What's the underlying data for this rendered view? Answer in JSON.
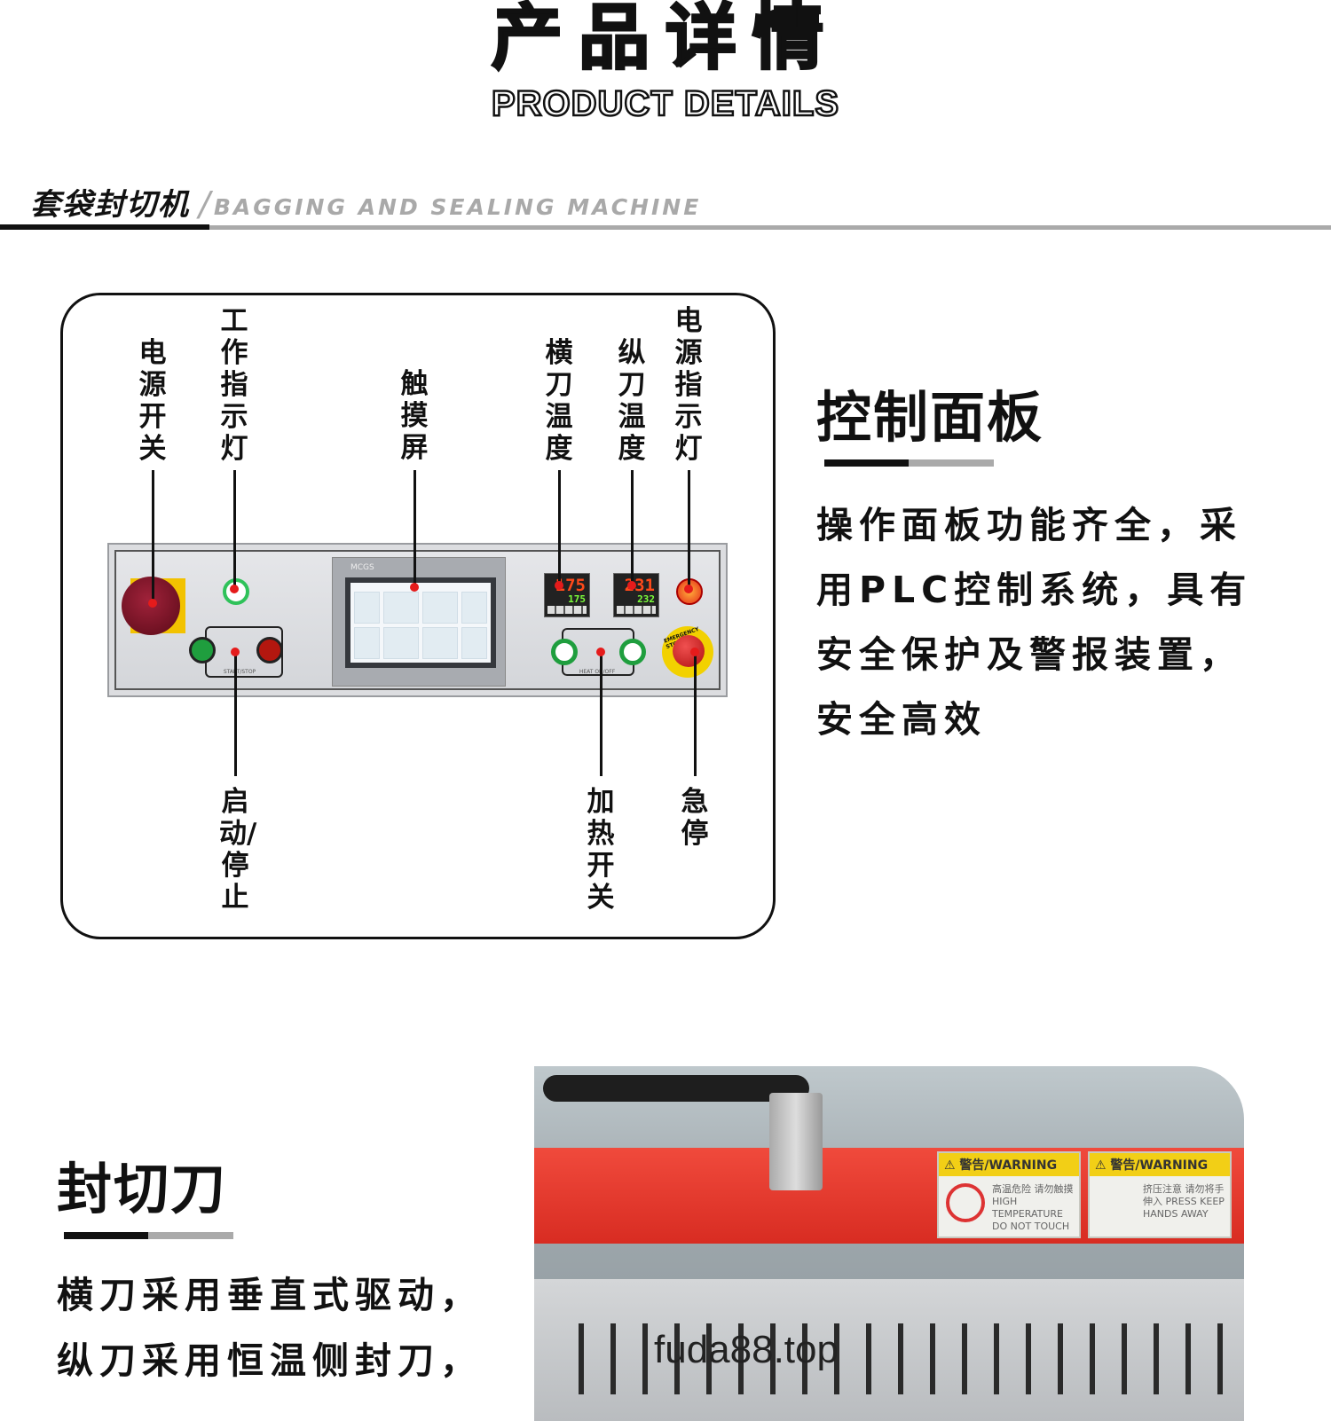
{
  "header": {
    "title": "产品详情",
    "subtitle": "PRODUCT DETAILS"
  },
  "section": {
    "title_cn": "套袋封切机",
    "separator": "/",
    "title_en": "BAGGING AND SEALING MACHINE"
  },
  "control_panel": {
    "labels_top": [
      "电源开关",
      "工作指示灯",
      "触摸屏",
      "横刀温度",
      "纵刀温度",
      "电源指示灯"
    ],
    "labels_bottom": [
      "启动/停止",
      "加热开关",
      "急停"
    ],
    "screen_brand": "MCGS",
    "temp_horizontal": {
      "set": "175",
      "actual": "175"
    },
    "temp_vertical": {
      "set": "231",
      "actual": "232"
    },
    "plate_labels": {
      "start_stop": "START/STOP",
      "heat": "HEAT ON/OFF",
      "emergency": "EMERGENCY STOP"
    },
    "title": "控制面板",
    "description": "操作面板功能齐全，采用PLC控制系统，具有安全保护及警报装置，安全高效"
  },
  "sealing_knife": {
    "title": "封切刀",
    "description": "横刀采用垂直式驱动，纵刀采用恒温侧封刀，",
    "warning_labels": [
      {
        "head": "⚠ 警告/WARNING",
        "body": "高温危险 请勿触摸 HIGH TEMPERATURE DO NOT TOUCH"
      },
      {
        "head": "⚠ 警告/WARNING",
        "body": "挤压注意 请勿将手伸入 PRESS KEEP HANDS AWAY"
      }
    ]
  },
  "watermark": "fuda88.top",
  "colors": {
    "accent_black": "#111111",
    "accent_gray": "#aaaaaa",
    "machine_red": "#e03a2e",
    "indicator_red": "#e51b1b"
  }
}
